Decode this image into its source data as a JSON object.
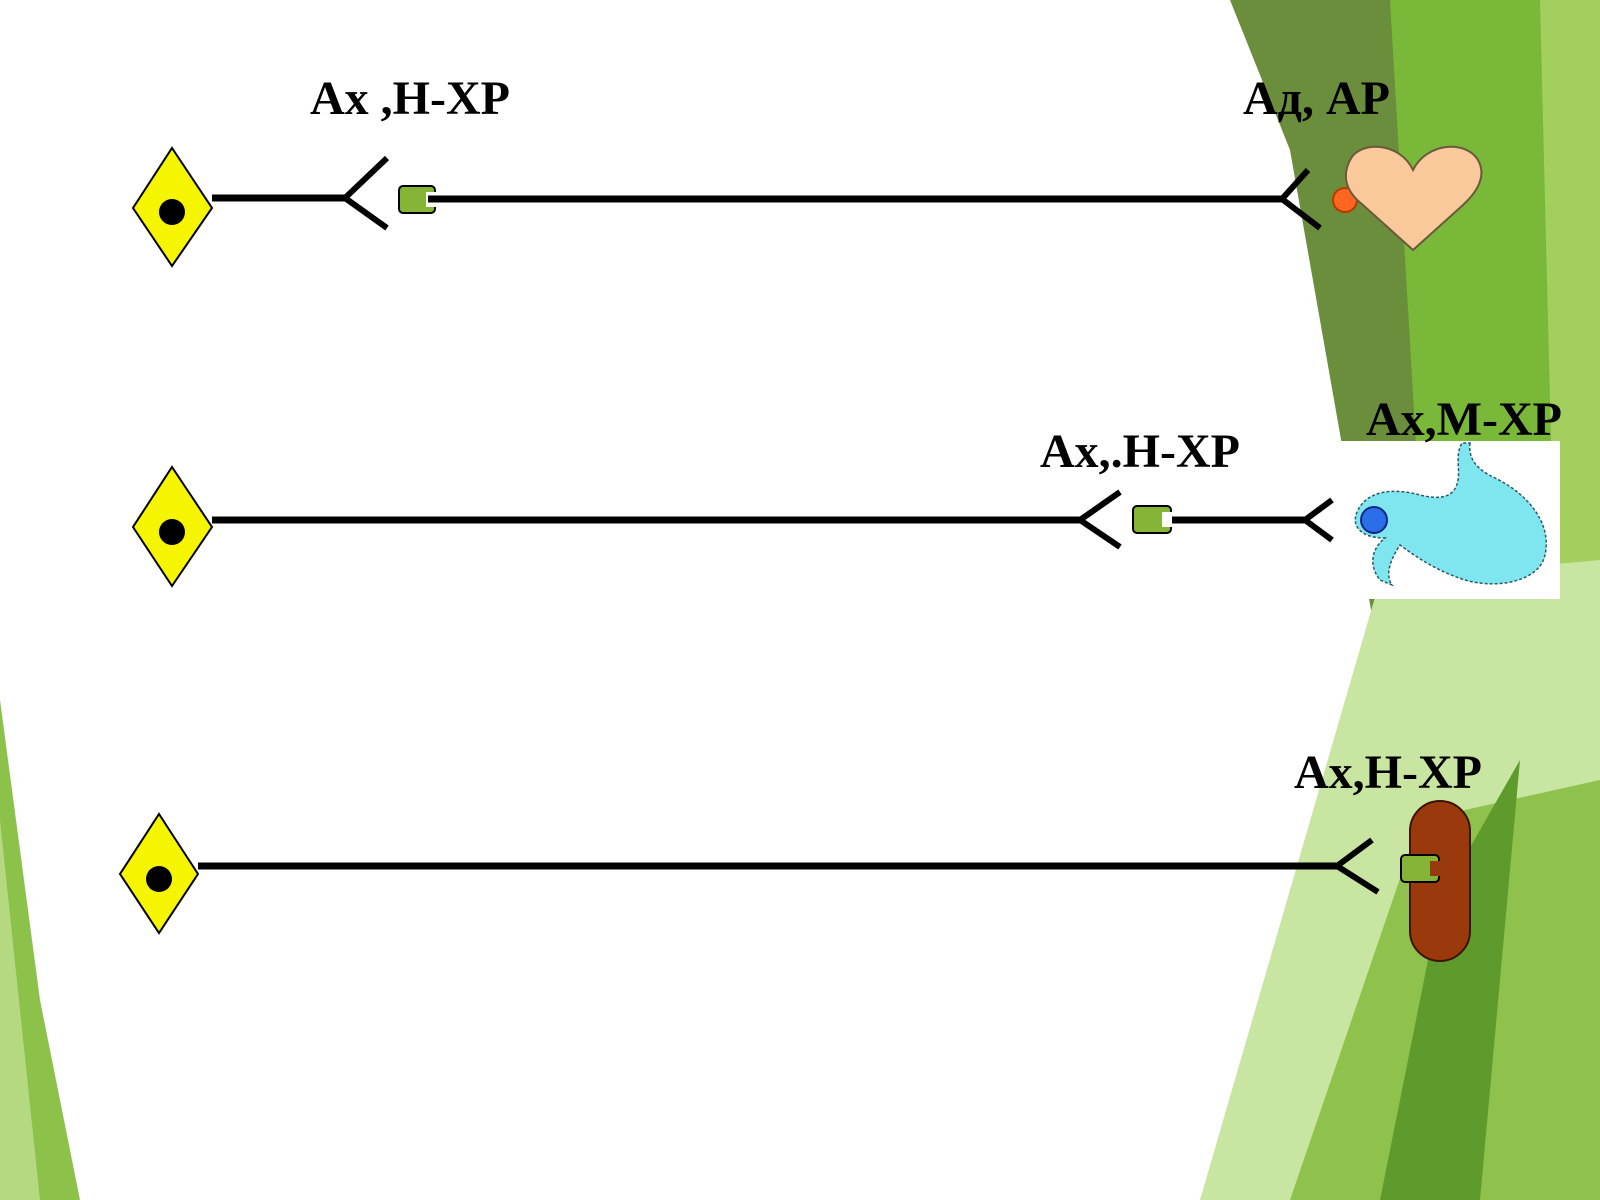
{
  "slide": {
    "theme_colors": {
      "dark_green": "#6a8e3c",
      "mid_green": "#78b33c",
      "light_green": "#9dcc5a",
      "pale_green": "#c8e49f"
    }
  },
  "pathways": [
    {
      "id": "sympathetic-heart",
      "ganglion_label": "Ах ,Н-ХР",
      "effector_label": "Ад, АР",
      "effector_organ": "heart-icon",
      "receptor_color": "#ff6620",
      "organ_color": "#f9c89b"
    },
    {
      "id": "parasympathetic-stomach",
      "ganglion_label": "Ах,.Н-ХР",
      "effector_label": "Ах,М-ХР",
      "effector_organ": "stomach-icon",
      "receptor_color": "#2b6ee8",
      "organ_color": "#7fe6f0"
    },
    {
      "id": "somatic-muscle",
      "ganglion_label": "",
      "effector_label": "Ах,Н-ХР",
      "effector_organ": "muscle-icon",
      "receptor_color": "#84b536",
      "organ_color": "#9a3a0c"
    }
  ],
  "neuron_body_color": "#f5f500",
  "receptor_color": "#84b536"
}
